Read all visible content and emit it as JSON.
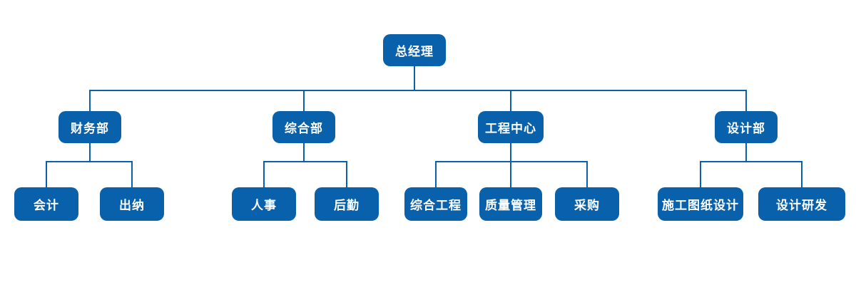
{
  "org_chart": {
    "colors": {
      "node-color": "#0a61ab",
      "line-color": "#0a61ab",
      "text-color": "#ffffff",
      "bg-color": "#ffffff"
    },
    "root": {
      "label": "总经理"
    },
    "departments": [
      {
        "label": "财务部",
        "children": [
          {
            "label": "会计"
          },
          {
            "label": "出纳"
          }
        ]
      },
      {
        "label": "综合部",
        "children": [
          {
            "label": "人事"
          },
          {
            "label": "后勤"
          }
        ]
      },
      {
        "label": "工程中心",
        "children": [
          {
            "label": "综合工程"
          },
          {
            "label": "质量管理"
          },
          {
            "label": "采购"
          }
        ]
      },
      {
        "label": "设计部",
        "children": [
          {
            "label": "施工图纸设计"
          },
          {
            "label": "设计研发"
          }
        ]
      }
    ]
  }
}
